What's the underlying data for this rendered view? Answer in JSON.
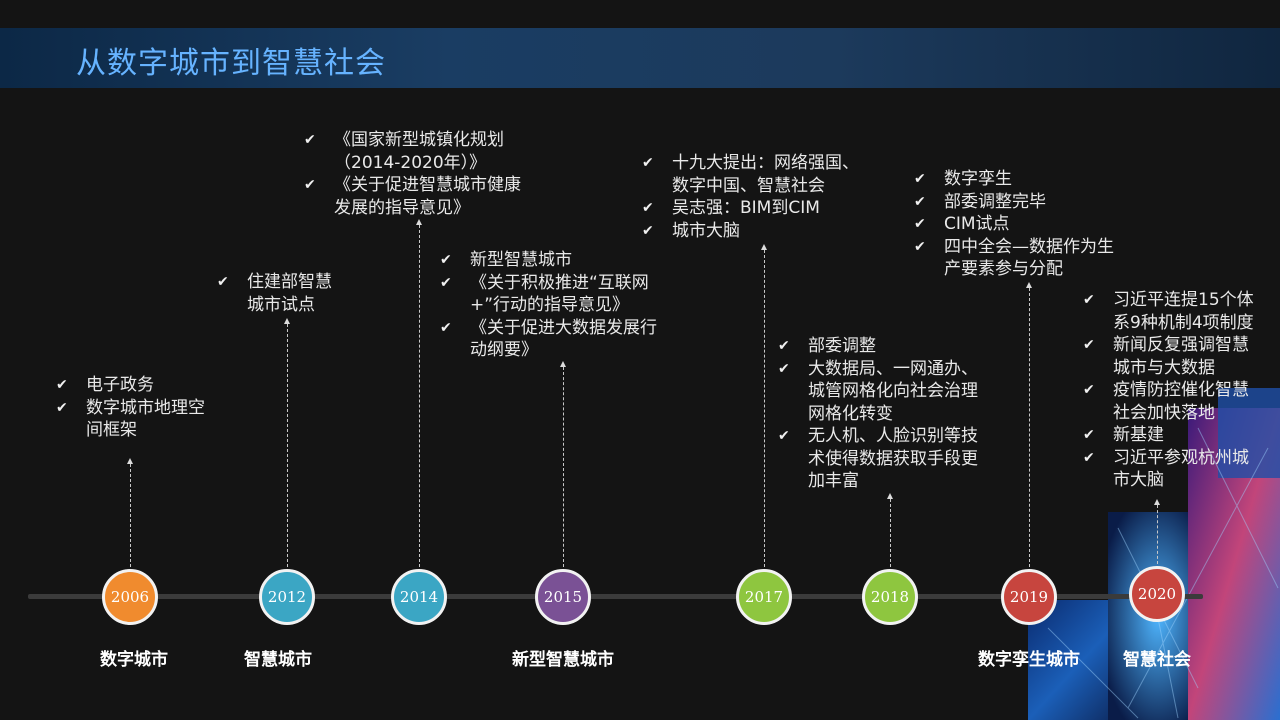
{
  "header": {
    "title": "从数字城市到智慧社会"
  },
  "colors": {
    "orange": "#f08b2e",
    "teal": "#3ba6c4",
    "purple": "#7a5195",
    "green": "#8ec63f",
    "red": "#c7453e",
    "axis": "#3b3b3b"
  },
  "icons": {
    "bullet": "check-icon"
  },
  "timeline": [
    {
      "year": "2006",
      "stage": "数字城市",
      "notes": [
        "电子政务",
        "数字城市地理空间框架"
      ]
    },
    {
      "year": "2012",
      "stage": "智慧城市",
      "notes": [
        "住建部智慧城市试点"
      ]
    },
    {
      "year": "2014",
      "stage": "",
      "notes": [
        "《国家新型城镇化规划（2014-2020年）》",
        "《关于促进智慧城市健康发展的指导意见》"
      ]
    },
    {
      "year": "2015",
      "stage": "新型智慧城市",
      "notes": [
        "新型智慧城市",
        "《关于积极推进“互联网+”行动的指导意见》",
        "《关于促进大数据发展行动纲要》"
      ]
    },
    {
      "year": "2017",
      "stage": "",
      "notes": [
        "十九大提出：网络强国、数字中国、智慧社会",
        "吴志强：BIM到CIM",
        "城市大脑"
      ]
    },
    {
      "year": "2018",
      "stage": "",
      "notes": [
        "部委调整",
        "大数据局、一网通办、城管网格化向社会治理网格化转变",
        "无人机、人脸识别等技术使得数据获取手段更加丰富"
      ]
    },
    {
      "year": "2019",
      "stage": "数字孪生城市",
      "notes": [
        "数字孪生",
        "部委调整完毕",
        "CIM试点",
        "四中全会—数据作为生产要素参与分配"
      ]
    },
    {
      "year": "2020",
      "stage": "智慧社会",
      "notes": [
        "习近平连提15个体系9种机制4项制度",
        "新闻反复强调智慧城市与大数据",
        "疫情防控催化智慧社会加快落地",
        "新基建",
        "习近平参观杭州城市大脑"
      ]
    }
  ]
}
